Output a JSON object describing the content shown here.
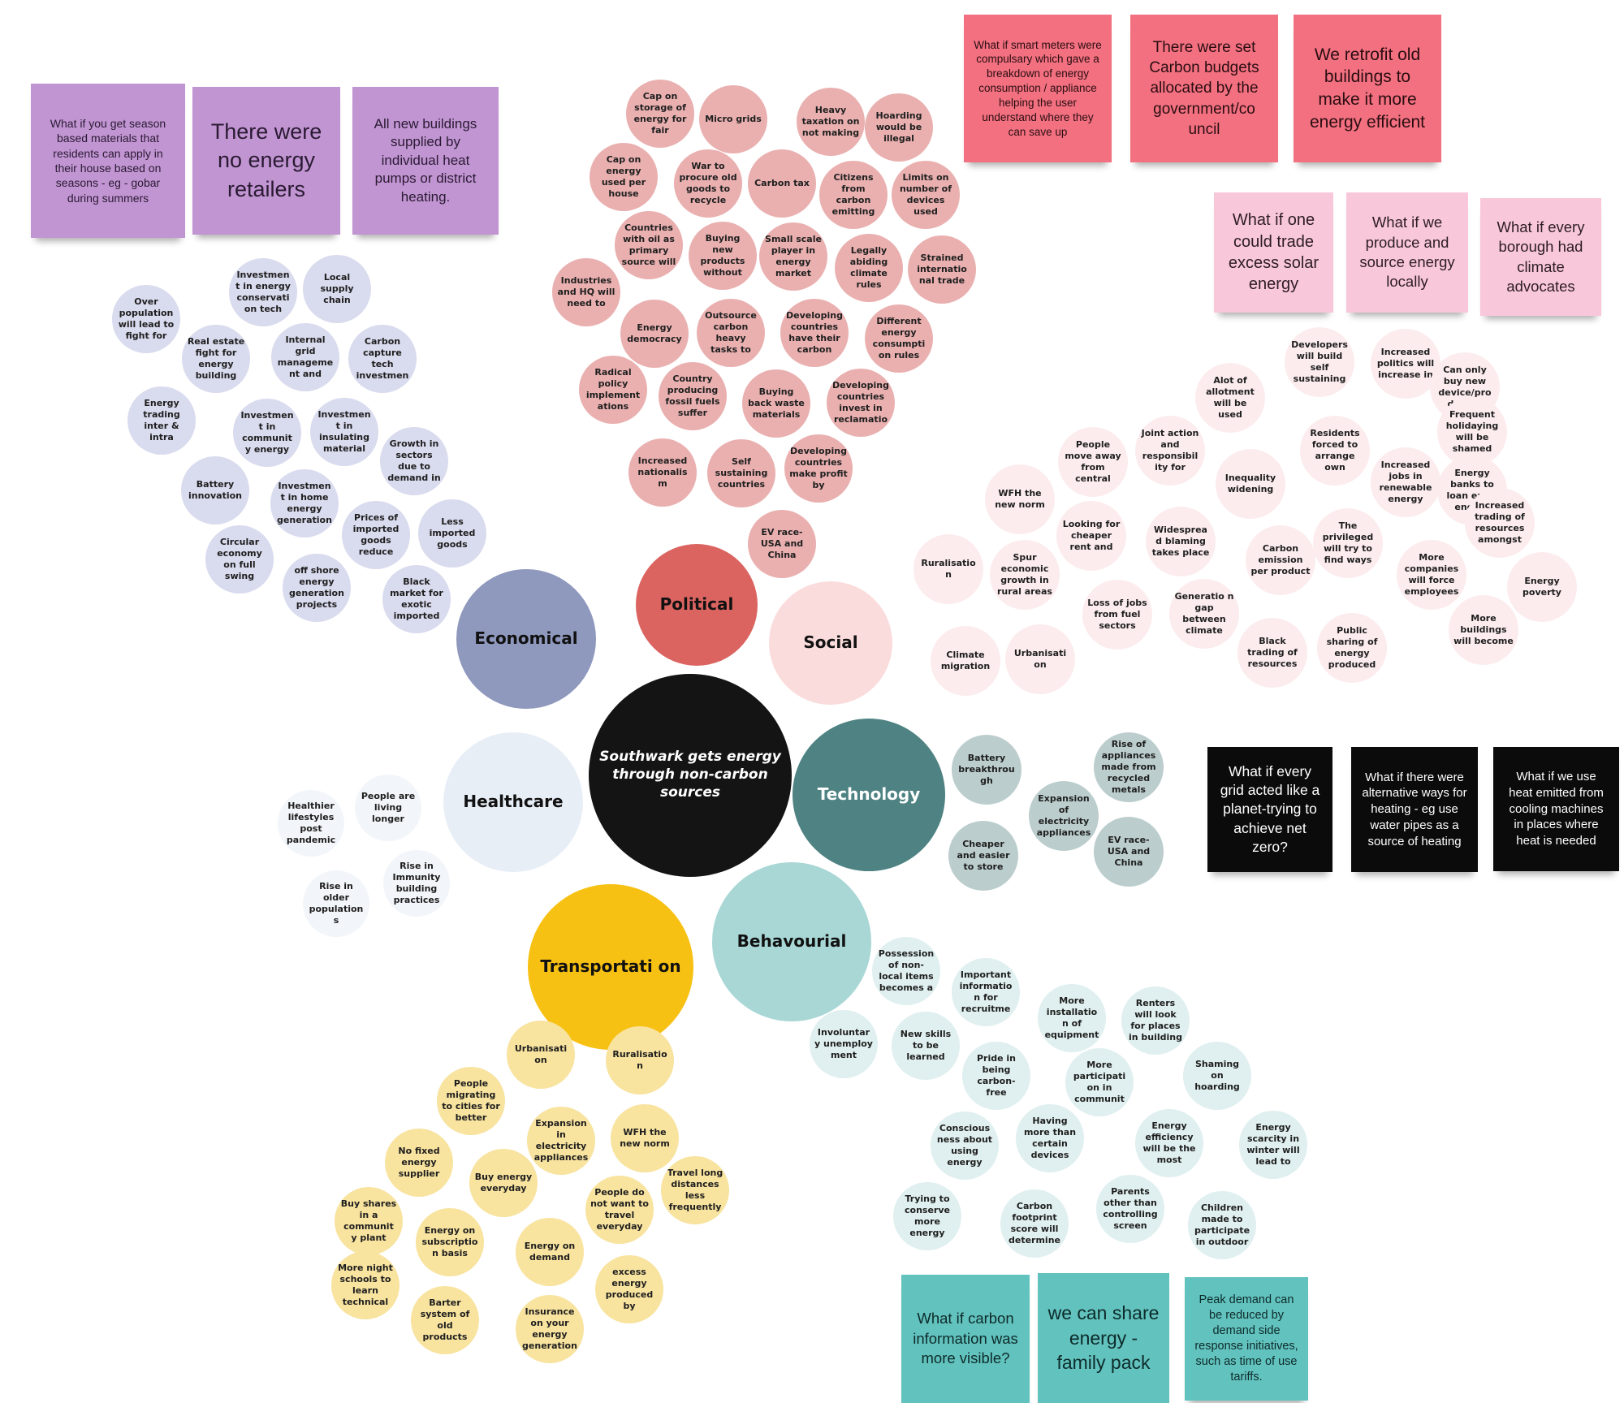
{
  "center": {
    "text": "Southwark gets energy through non-carbon sources",
    "color": "#141414"
  },
  "colors": {
    "political_category": "#db6461",
    "political_bubble": "#eab0b0",
    "economical_category": "#8f98bd",
    "economical_bubble": "#d9dbee",
    "social_category": "#fbdcdc",
    "social_bubble": "#fcecee",
    "healthcare_category": "#e8eef6",
    "healthcare_bubble": "#f2f5f9",
    "technology_category": "#4e8283",
    "technology_bubble": "#bccdcd",
    "behavioural_category": "#a8d7d6",
    "behavioural_bubble": "#e0efef",
    "transportation_category": "#f7c114",
    "transportation_bubble": "#f8e39f",
    "sticky_purple": "#c195d2",
    "sticky_red": "#f2707f",
    "sticky_pink": "#f8c7da",
    "sticky_black": "#0b0b0b",
    "sticky_teal": "#62c2be"
  },
  "categories": [
    {
      "key": "political",
      "label": "Political"
    },
    {
      "key": "economical",
      "label": "Economical"
    },
    {
      "key": "social",
      "label": "Social"
    },
    {
      "key": "healthcare",
      "label": "Healthcare"
    },
    {
      "key": "technology",
      "label": "Technology"
    },
    {
      "key": "behavioural",
      "label": "Behavourial"
    },
    {
      "key": "transportation",
      "label": "Transportati on"
    }
  ],
  "bubbles": {
    "political": [
      "Cap on storage of energy for fair",
      "Micro grids",
      "Heavy taxation on not making",
      "Hoarding would be illegal",
      "Cap on energy used per house",
      "War to procure old goods to recycle",
      "Carbon tax",
      "Citizens from carbon emitting",
      "Limits on number of devices used",
      "Countries with oil as primary source will",
      "Buying new products without",
      "Small scale player in energy market",
      "Legally abiding climate rules",
      "Strained internatio nal trade",
      "Industries and HQ will need to",
      "Energy democracy",
      "Outsource carbon heavy tasks to",
      "Developing countries have their carbon",
      "Different energy consumpti on rules",
      "Radical policy implement ations",
      "Country producing fossil fuels suffer",
      "Buying back waste materials",
      "Developing countries invest in reclamatio",
      "Increased nationalis m",
      "Self sustaining countries",
      "Developing countries make profit by",
      "EV race- USA and China"
    ],
    "economical": [
      "Over population will lead to fight for",
      "Investmen t in energy conservati on tech",
      "Local supply chain",
      "Real estate fight for energy building",
      "Internal grid manageme nt and",
      "Carbon capture tech investmen",
      "Energy trading inter & intra",
      "Investmen t in communit y energy",
      "Investmen t in insulating material",
      "Growth in sectors due to demand in",
      "Battery innovation",
      "Investmen t in home energy generation",
      "Prices of imported goods reduce",
      "Less imported goods",
      "Circular economy on full swing",
      "off shore energy generation projects",
      "Black market for exotic imported"
    ],
    "social": [
      "Developers will build self sustaining",
      "Increased politics will increase in",
      "Alot of allotment will be used",
      "Can only buy new device/pro duct in",
      "Joint action and responsibil ity for",
      "People move away from central",
      "Residents forced to arrange own",
      "Frequent holidaying will be shamed",
      "Inequality widening",
      "Increased jobs in renewable energy",
      "Energy banks to loan extra energy",
      "WFH the new norm",
      "Looking for cheaper rent and",
      "Widesprea d blaming takes place",
      "Carbon emission per product",
      "The privileged will try to find ways",
      "Increased trading of resources amongst",
      "Ruralisatio n",
      "Spur economic growth in rural areas",
      "More companies will force employees",
      "Energy poverty",
      "Loss of jobs from fuel sectors",
      "Generatio n gap between climate",
      "Black trading of resources",
      "Public sharing of energy produced",
      "More buildings will become",
      "Climate migration",
      "Urbanisati on"
    ],
    "healthcare": [
      "Healthier lifestyles post pandemic",
      "People are living longer",
      "Rise in Immunity building practices",
      "Rise in older population s"
    ],
    "technology": [
      "Battery breakthrou gh",
      "Rise of appliances made from recycled metals",
      "Expansion of electricity appliances",
      "Cheaper and easier to store",
      "EV race-USA and China"
    ],
    "behavioural": [
      "Possession of non- local items becomes a",
      "Important informatio n for recruitme",
      "More installatio n of equipment",
      "Renters will look for places in building",
      "Involuntar y unemploy ment",
      "New skills to be learned",
      "Pride in being carbon- free",
      "More participati on in communit",
      "Shaming on hoarding",
      "Conscious ness about using energy",
      "Having more than certain devices",
      "Energy efficiency will be the most",
      "Energy scarcity in winter will lead to",
      "Trying to conserve more energy",
      "Carbon footprint score will determine",
      "Parents other than controlling screen",
      "Children made to participate in outdoor"
    ],
    "transportation": [
      "Urbanisati on",
      "Ruralisatio n",
      "People migrating to cities for better",
      "Expansion in electricity appliances",
      "No fixed energy supplier",
      "WFH the new norm",
      "Buy energy everyday",
      "Travel long distances less frequently",
      "People do not want to travel everyday",
      "Buy shares in a communit y plant",
      "Energy on subscriptio n basis",
      "Energy on demand",
      "excess energy produced by",
      "More night schools to learn technical",
      "Barter system of old products",
      "Insurance on your energy generation"
    ]
  },
  "notes": {
    "purple": [
      "What if you get season based materials that residents can apply in their house based on seasons - eg - gobar during summers",
      "There were no energy retailers",
      "All new buildings supplied by individual heat pumps or district heating."
    ],
    "red": [
      "What if smart meters were compulsary which gave a breakdown of energy consumption / appliance helping the user understand where they can save up",
      "There were set Carbon budgets allocated by the government/co uncil",
      "We retrofit old buildings to make it more energy efficient"
    ],
    "pink": [
      "What if one could trade excess solar energy",
      "What if we produce and source energy locally",
      "What if every borough had climate advocates"
    ],
    "black": [
      "What if every grid acted like a planet-trying to achieve net zero?",
      "What if there were alternative ways for heating - eg use water pipes as a source of heating",
      "What if we use heat emitted from cooling machines in places where heat is needed"
    ],
    "teal": [
      "What if carbon information was more visible?",
      "we can share energy - family pack",
      "Peak demand can be reduced by demand side response initiatives, such as time of use tariffs."
    ]
  }
}
